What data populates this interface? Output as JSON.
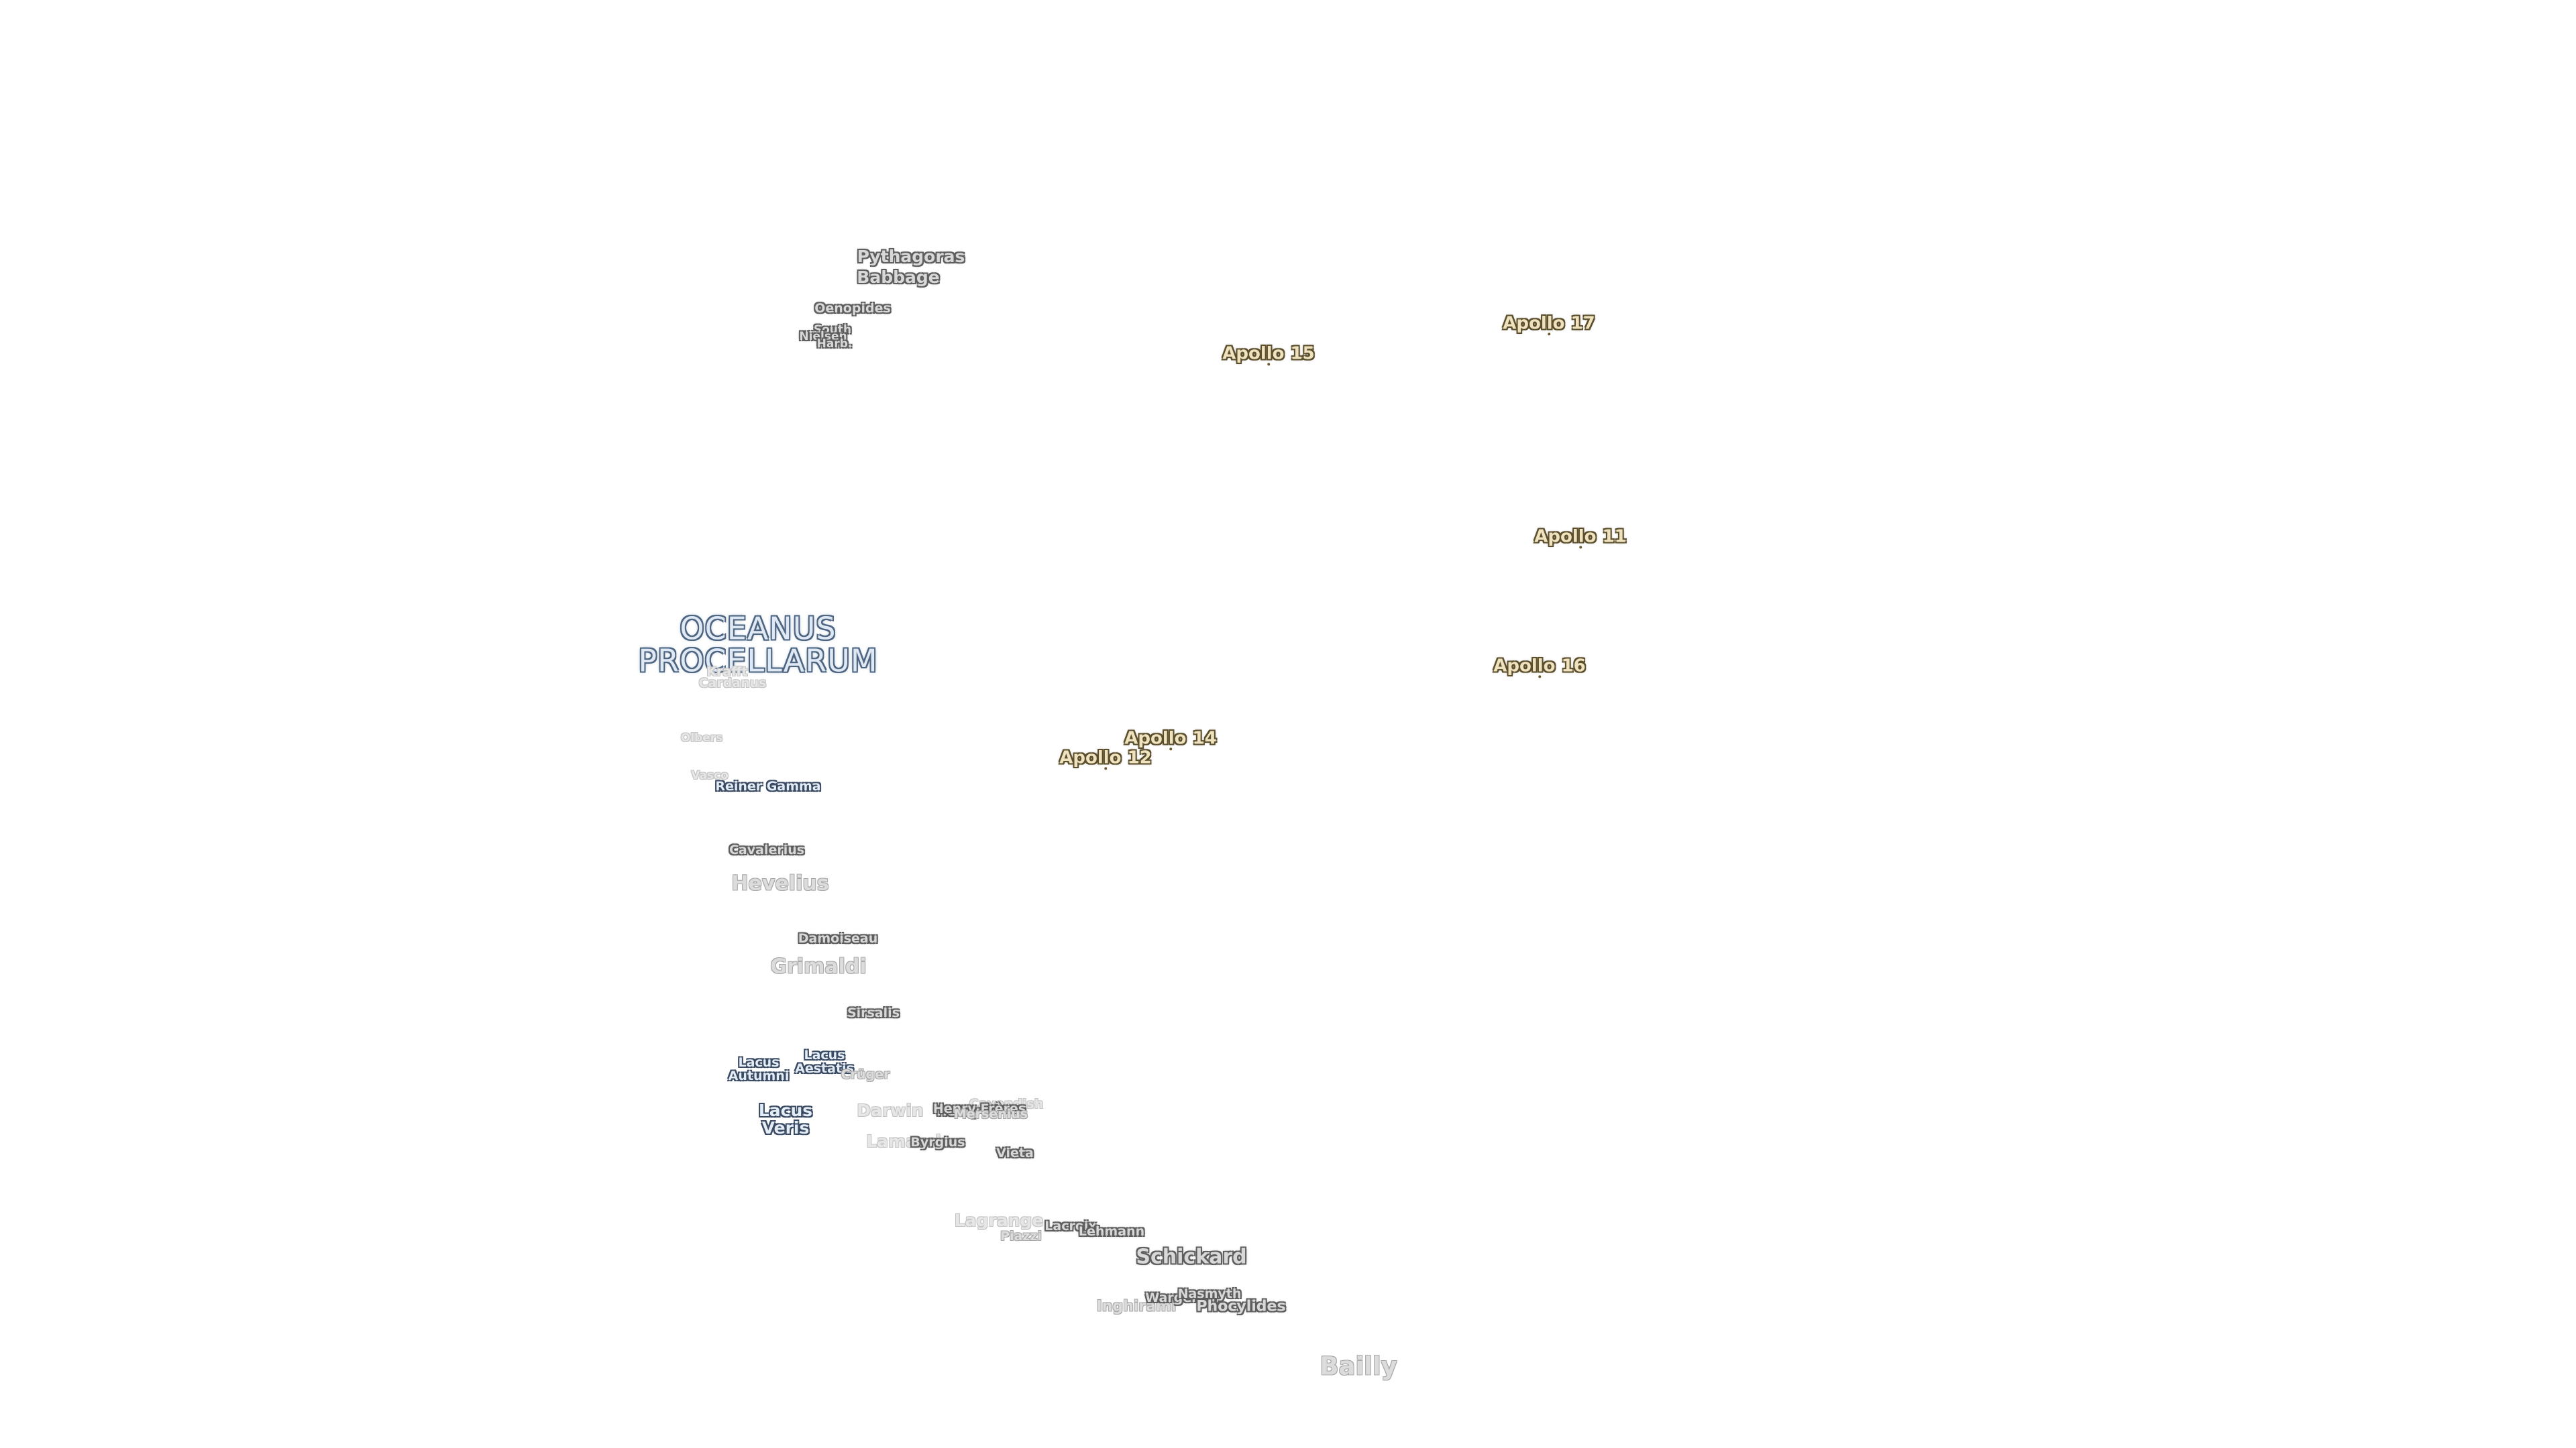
{
  "mare": {
    "oceanus_line1": "OCEANUS",
    "oceanus_line2": "PROCELLARUM"
  },
  "apollo": {
    "a11": "Apollo 11",
    "a12": "Apollo 12",
    "a14": "Apollo 14",
    "a15": "Apollo 15",
    "a16": "Apollo 16",
    "a17": "Apollo 17"
  },
  "lakes": {
    "autumni_1": "Lacus",
    "autumni_2": "Autumni",
    "aestatis_1": "Lacus",
    "aestatis_2": "Aestatis",
    "veris_1": "Lacus",
    "veris_2": "Veris",
    "reiner_gamma": "Reiner Gamma"
  },
  "craters": {
    "pythagoras": "Pythagoras",
    "babbage": "Babbage",
    "oenopides": "Oenopides",
    "south": "South",
    "nielsen": "Nielsen",
    "harbinger": "Harb.",
    "cavalerius": "Cavalerius",
    "hevelius": "Hevelius",
    "damoiseau": "Damoiseau",
    "grimaldi": "Grimaldi",
    "sirsalis": "Sirsalis",
    "cruger": "Crüger",
    "darwin": "Darwin",
    "lamarck": "Lamarck",
    "byrgius": "Byrgius",
    "henry_freres": "Henry Frères",
    "henry": "Henry",
    "cavendish": "Cavendish",
    "mersenius": "Mersenius",
    "vieta": "Vieta",
    "lagrange": "Lagrange",
    "piazzi": "Piazzi",
    "lacroix": "Lacroix",
    "lehmann": "Lehmann",
    "schickard": "Schickard",
    "inghirami": "Inghirami",
    "wargentin": "Wargentin",
    "nasmyth": "Nasmyth",
    "phocylides": "Phocylides",
    "bailly": "Bailly",
    "vasco": "Vasco",
    "olbers": "Olbers",
    "krafft": "Krafft",
    "cardanus": "Cardanus"
  }
}
